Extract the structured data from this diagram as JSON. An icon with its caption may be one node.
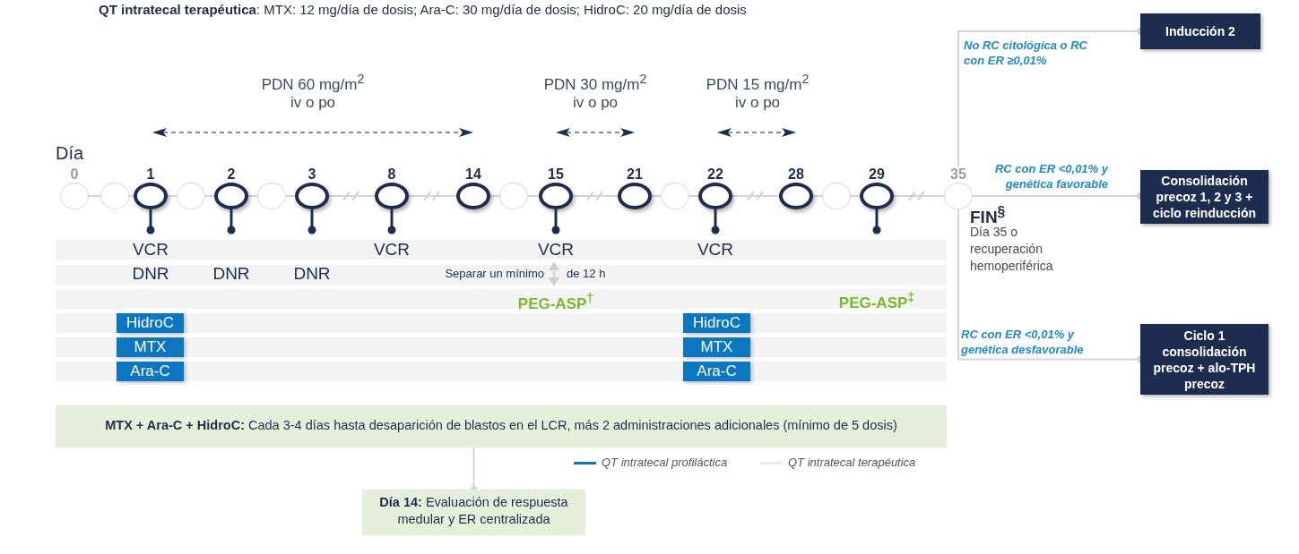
{
  "diagram": {
    "nodes": [
      {
        "text": [
          "0"
        ]
      },
      {
        "text": [],
        "shape": "circle"
      },
      {
        "text": [
          "1"
        ],
        "beside": [
          "VCR",
          "DNR"
        ]
      },
      {
        "text": [],
        "shape": "circle"
      },
      {
        "text": [
          "2"
        ],
        "beside": [
          "DNR"
        ]
      },
      {
        "text": [],
        "shape": "circle"
      },
      {
        "text": [
          "3"
        ],
        "beside": [
          "DNR"
        ]
      },
      {
        "text": [
          "8"
        ],
        "beside": [
          "VCR"
        ]
      },
      {
        "text": [
          "14"
        ]
      },
      {
        "text": [],
        "shape": "circle"
      },
      {
        "text": [
          "15"
        ],
        "beside": [
          "VCR",
          "PEG-ASP$^{†}$"
        ]
      },
      {
        "text": [
          "21"
        ]
      },
      {
        "text": [],
        "shape": "circle"
      },
      {
        "text": [
          "22"
        ],
        "beside": [
          "VCR"
        ]
      },
      {
        "text": [
          "28"
        ]
      },
      {
        "text": [],
        "shape": "circle"
      },
      {
        "text": [
          "29"
        ]
      },
      {
        "text": [
          "35"
        ],
        "beside": [
          "FIN$^{§}$",
          "Día 35 o recuperación hemoperiférica"
        ]
      },
      {
        "text": [
          "HidroC"
        ]
      },
      {
        "text": [
          "HidroC"
        ]
      },
      {
        "text": [
          "MTX"
        ]
      },
      {
        "text": [
          "MTX"
        ]
      },
      {
        "text": [
          "Ara-C"
        ]
      },
      {
        "text": [
          "Ara-C"
        ]
      },
      {
        "text": [
          "**MTX + Ara-C + HidroC:** Cada 3-4 días hasta desaparición de blastos en el LCR, más 2 administraciones adicionales (mínimo de 5 dosis)"
        ]
      },
      {
        "text": [
          "**Día 14:** Evaluación de respuesta medular y ER centralizada"
        ]
      },
      {
        "text": [
          "Inducción 2"
        ]
      },
      {
        "text": [
          "Consolidación precoz 1, 2 y 3 + ciclo reinducción"
        ]
      },
      {
        "text": [
          "Ciclo 1 consolidación precoz + alo-TPH precoz"
        ]
      }
    ],
    "edges": [
      {
        "from": 0,
        "to": 1,
        "arrow": "none"
      },
      {
        "from": 1,
        "to": 2,
        "arrow": "none"
      },
      {
        "from": 2,
        "to": 3,
        "arrow": "none"
      },
      {
        "from": 3,
        "to": 4,
        "arrow": "none"
      },
      {
        "from": 4,
        "to": 5,
        "arrow": "none"
      },
      {
        "from": 5,
        "to": 6,
        "arrow": "none"
      },
      {
        "from": 6,
        "to": 7,
        "arrow": "none"
      },
      {
        "from": 7,
        "to": 8,
        "arrow": "none"
      },
      {
        "from": 8,
        "to": 9,
        "arrow": "none"
      },
      {
        "from": 9,
        "to": 10,
        "arrow": "none"
      },
      {
        "from": 10,
        "to": 11,
        "arrow": "none"
      },
      {
        "from": 11,
        "to": 12,
        "arrow": "none"
      },
      {
        "from": 12,
        "to": 13,
        "arrow": "none"
      },
      {
        "from": 13,
        "to": 14,
        "arrow": "none"
      },
      {
        "from": 14,
        "to": 15,
        "arrow": "none"
      },
      {
        "from": 15,
        "to": 16,
        "arrow": "none"
      },
      {
        "from": 16,
        "to": 17,
        "arrow": "none"
      },
      {
        "from": 24,
        "to": 25,
        "arrow": "other"
      },
      {
        "from": 17,
        "to": 26,
        "arrow": "other",
        "label": "No RC citológica o RC con ER ≥0,01%"
      },
      {
        "from": 17,
        "to": 27,
        "arrow": "other",
        "label": "RC con ER <0,01% y genética favorable"
      },
      {
        "from": 17,
        "to": 28,
        "arrow": "other",
        "label": "RC con ER <0,01% y genética desfavorable"
      }
    ],
    "labels": [
      "**QT intratecal terapéutica**: MTX: 12 mg/día de dosis; Ara-C: 30 mg/día de dosis; HidroC: 20 mg/día de dosis",
      "PDN 60 mg/m$^{2}$ iv o po",
      "PDN 30 mg/m$^{2}$ iv o po",
      "PDN 15 mg/m$^{2}$ iv o po",
      "Día",
      "Separar un mínimo",
      "de 12 h",
      "PEG-ASP$^{‡}$"
    ],
    "legend": [
      {
        "text": "QT intratecal profiláctica",
        "color": "#0a77c0"
      },
      {
        "text": "QT intratecal terapéutica",
        "color": "#e5efd9"
      }
    ]
  }
}
